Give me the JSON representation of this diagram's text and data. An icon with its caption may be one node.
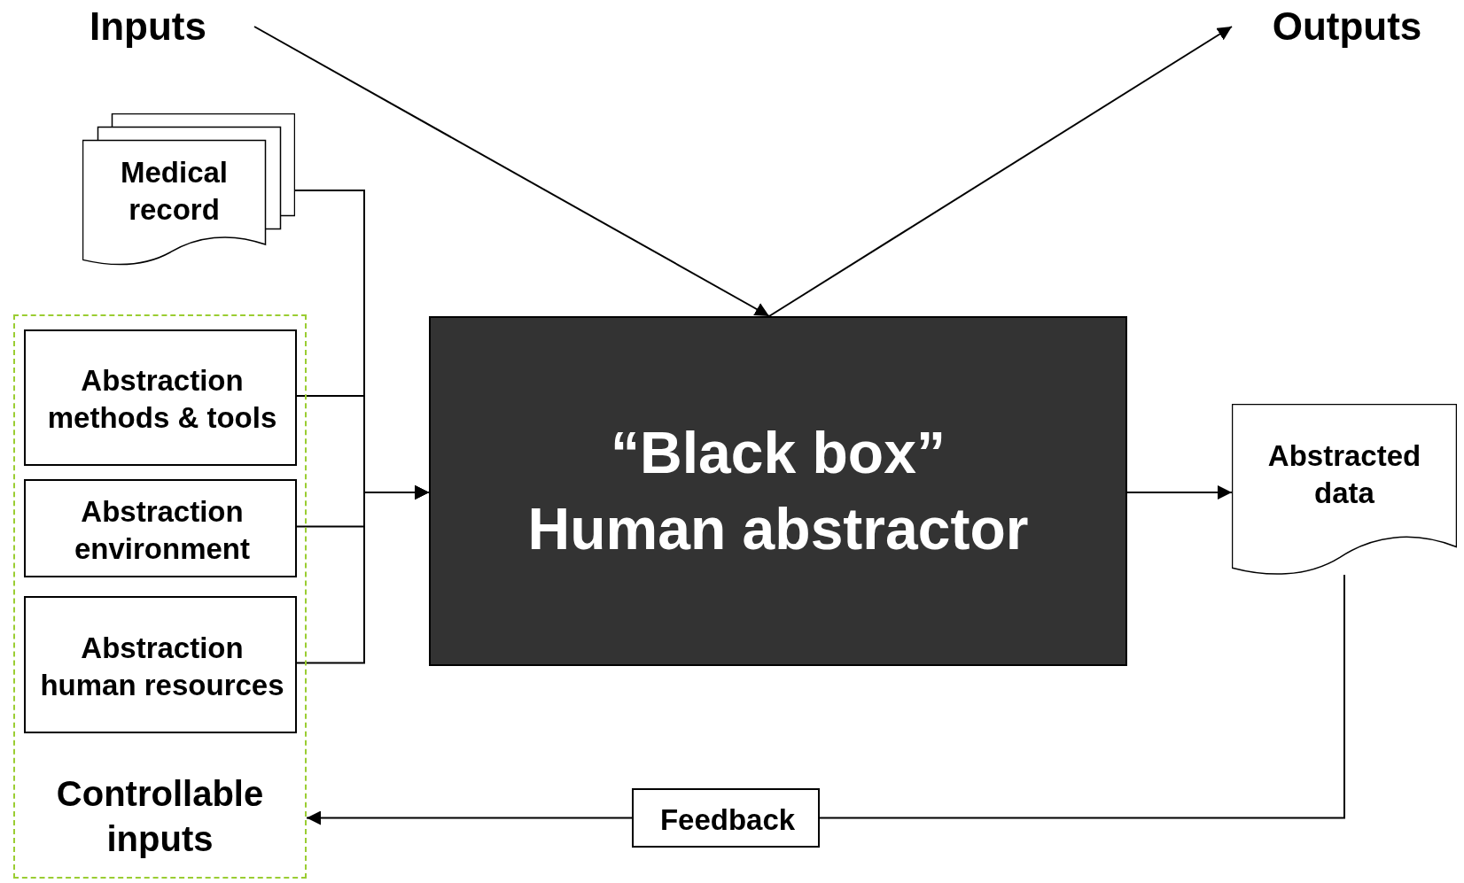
{
  "diagram": {
    "nodes": [
      {
        "text": [
          "Inputs"
        ]
      },
      {
        "text": [
          "Outputs"
        ]
      },
      {
        "text": [
          "Medical record"
        ]
      },
      {
        "text": [
          "Controllable inputs"
        ]
      },
      {
        "text": [
          "Abstraction methods & tools"
        ],
        "in": 3
      },
      {
        "text": [
          "Abstraction environment"
        ],
        "in": 3
      },
      {
        "text": [
          "Abstraction human resources"
        ],
        "in": 3
      },
      {
        "text": [
          "“Black box”",
          "Human abstractor"
        ]
      },
      {
        "text": [
          "Abstracted data"
        ]
      },
      {
        "text": [
          "Feedback"
        ]
      }
    ],
    "edges": [
      {
        "from": 0,
        "to": 7,
        "arrow": "to"
      },
      {
        "from": 7,
        "to": 1,
        "arrow": "to"
      },
      {
        "from": 2,
        "to": 7,
        "arrow": "to"
      },
      {
        "from": 4,
        "to": 7,
        "arrow": "to"
      },
      {
        "from": 5,
        "to": 7,
        "arrow": "to"
      },
      {
        "from": 6,
        "to": 7,
        "arrow": "to"
      },
      {
        "from": 7,
        "to": 8,
        "arrow": "to"
      },
      {
        "from": 8,
        "to": 9,
        "arrow": "none"
      },
      {
        "from": 9,
        "to": 3,
        "arrow": "to"
      }
    ]
  }
}
